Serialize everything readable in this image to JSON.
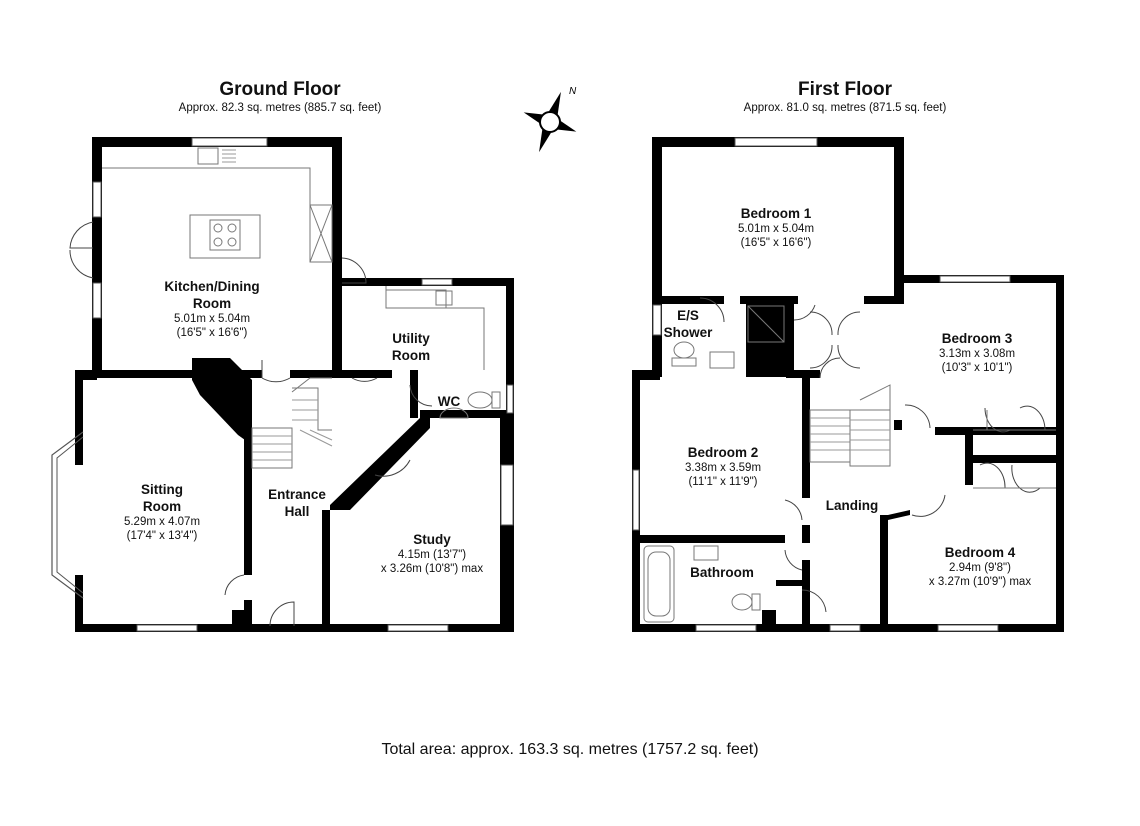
{
  "ground_floor": {
    "title": "Ground Floor",
    "area": "Approx. 82.3 sq. metres (885.7 sq. feet)",
    "rooms": [
      {
        "id": "kitchen",
        "name": "Kitchen/Dining",
        "name2": "Room",
        "dim1": "5.01m x 5.04m",
        "dim2": "(16'5\" x 16'6\")"
      },
      {
        "id": "utility",
        "name": "Utility",
        "name2": "Room",
        "dim1": "",
        "dim2": ""
      },
      {
        "id": "wc",
        "name": "WC",
        "name2": "",
        "dim1": "",
        "dim2": ""
      },
      {
        "id": "sitting",
        "name": "Sitting",
        "name2": "Room",
        "dim1": "5.29m x 4.07m",
        "dim2": "(17'4\" x 13'4\")"
      },
      {
        "id": "hall",
        "name": "Entrance",
        "name2": "Hall",
        "dim1": "",
        "dim2": ""
      },
      {
        "id": "study",
        "name": "Study",
        "name2": "",
        "dim1": "4.15m (13'7\")",
        "dim2": "x 3.26m (10'8\") max"
      }
    ]
  },
  "first_floor": {
    "title": "First Floor",
    "area": "Approx. 81.0 sq. metres (871.5 sq. feet)",
    "rooms": [
      {
        "id": "bed1",
        "name": "Bedroom 1",
        "name2": "",
        "dim1": "5.01m x 5.04m",
        "dim2": "(16'5\" x 16'6\")"
      },
      {
        "id": "ensuite",
        "name": "E/S",
        "name2": "Shower",
        "dim1": "",
        "dim2": ""
      },
      {
        "id": "bed3",
        "name": "Bedroom 3",
        "name2": "",
        "dim1": "3.13m x 3.08m",
        "dim2": "(10'3\" x 10'1\")"
      },
      {
        "id": "bed2",
        "name": "Bedroom 2",
        "name2": "",
        "dim1": "3.38m x 3.59m",
        "dim2": "(11'1\" x 11'9\")"
      },
      {
        "id": "landing",
        "name": "Landing",
        "name2": "",
        "dim1": "",
        "dim2": ""
      },
      {
        "id": "bathroom",
        "name": "Bathroom",
        "name2": "",
        "dim1": "",
        "dim2": ""
      },
      {
        "id": "bed4",
        "name": "Bedroom 4",
        "name2": "",
        "dim1": "2.94m (9'8\")",
        "dim2": "x 3.27m (10'9\") max"
      }
    ]
  },
  "total_area": "Total area: approx. 163.3 sq. metres (1757.2 sq. feet)",
  "compass": {
    "north_label": "N",
    "icon": "compass-rose-icon"
  },
  "colors": {
    "wall": "#000000",
    "fixture": "#777777",
    "window": "#888888"
  }
}
